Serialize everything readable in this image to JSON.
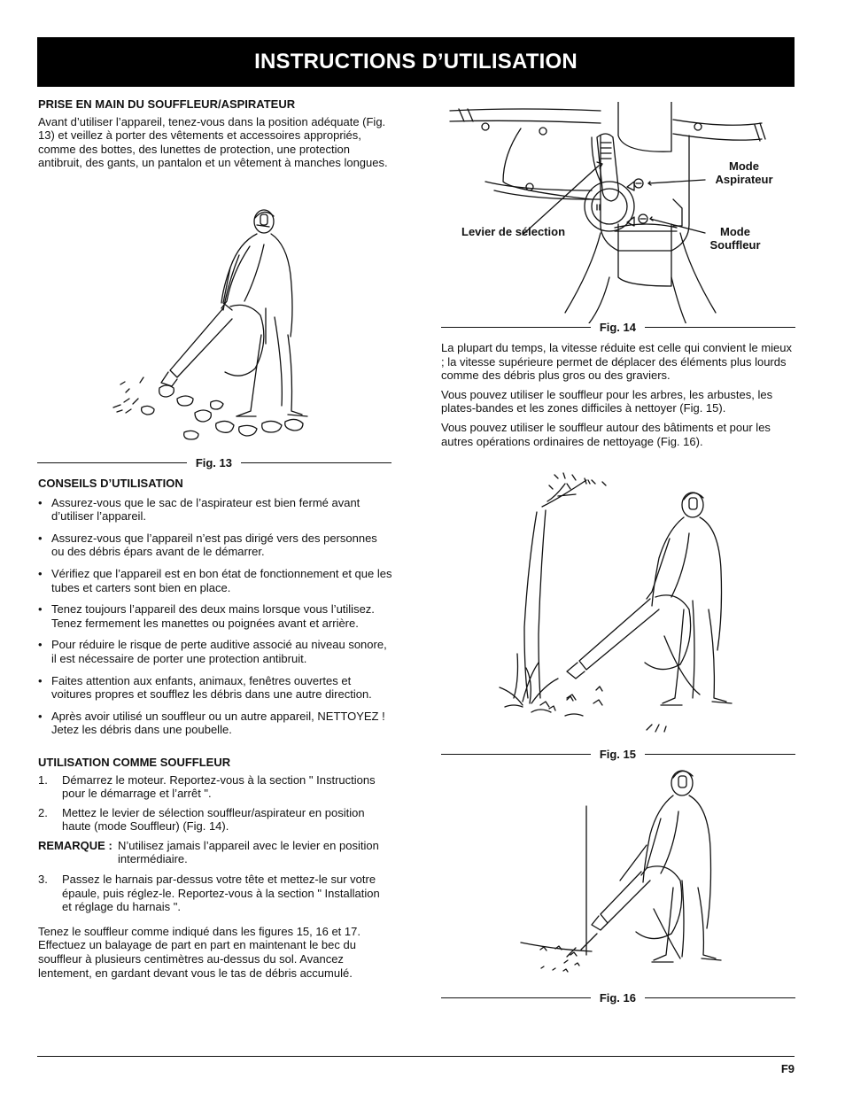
{
  "header": {
    "title": "INSTRUCTIONS D’UTILISATION"
  },
  "left": {
    "section1": {
      "heading": "PRISE EN MAIN DU SOUFFLEUR/ASPIRATEUR",
      "body": "Avant d’utiliser l’appareil, tenez-vous dans la position adéquate (Fig. 13) et veillez à porter des vêtements et accessoires appropriés, comme des bottes, des lunettes de protection, une protection antibruit, des gants, un pantalon et un vêtement à manches longues."
    },
    "fig13": {
      "caption": "Fig. 13"
    },
    "section2": {
      "heading": "CONSEILS D’UTILISATION",
      "bullets": [
        "Assurez-vous que le sac de l’aspirateur est bien fermé avant d’utiliser l’appareil.",
        "Assurez-vous que l’appareil n’est pas dirigé vers des personnes ou des débris épars avant de le démarrer.",
        "Vérifiez que l’appareil est en bon état de fonctionnement et que les tubes et carters sont bien en place.",
        "Tenez toujours l’appareil des deux mains lorsque vous l’utilisez. Tenez fermement les manettes ou poignées avant et arrière.",
        "Pour réduire le risque de perte auditive associé au niveau sonore, il est nécessaire de porter une protection antibruit.",
        "Faites attention aux enfants, animaux, fenêtres ouvertes et voitures propres et soufflez les débris dans une autre direction.",
        "Après avoir utilisé un souffleur ou un autre appareil, NETTOYEZ ! Jetez les débris dans une poubelle."
      ]
    },
    "section3": {
      "heading": "UTILISATION COMME SOUFFLEUR",
      "steps": [
        {
          "num": "1.",
          "text": "Démarrez le moteur. Reportez-vous à la section \" Instructions pour le démarrage et l’arrêt \"."
        },
        {
          "num": "2.",
          "text": "Mettez le levier de sélection souffleur/aspirateur en position haute (mode Souffleur) (Fig. 14)."
        }
      ],
      "remark_label": "REMARQUE :",
      "remark_text": "N’utilisez jamais l’appareil avec le levier en position intermédiaire.",
      "steps2": [
        {
          "num": "3.",
          "text": "Passez le harnais par-dessus votre tête et mettez-le sur votre épaule, puis réglez-le. Reportez-vous à la section \" Installation et réglage du harnais \"."
        }
      ],
      "closing": "Tenez le souffleur comme indiqué dans les figures 15, 16 et 17. Effectuez un balayage de part en part en maintenant le bec du souffleur à plusieurs centimètres au-dessus du sol. Avancez lentement, en gardant devant vous le tas de débris accumulé."
    }
  },
  "right": {
    "fig14": {
      "caption": "Fig. 14",
      "label_lever": "Levier de sélection",
      "label_vacuum": "Mode\nAspirateur",
      "label_blower": "Mode\nSouffleur"
    },
    "paragraphs": [
      "La plupart du temps, la vitesse réduite est celle qui convient le mieux ; la vitesse supérieure permet de déplacer des éléments plus lourds comme des débris plus gros ou des graviers.",
      "Vous pouvez utiliser le souffleur pour les arbres, les arbustes, les plates-bandes et les zones difficiles à nettoyer (Fig. 15).",
      "Vous pouvez utiliser le souffleur autour des bâtiments et pour les autres opérations ordinaires de nettoyage (Fig. 16)."
    ],
    "fig15": {
      "caption": "Fig. 15"
    },
    "fig16": {
      "caption": "Fig. 16"
    }
  },
  "footer": {
    "page": "F9"
  }
}
